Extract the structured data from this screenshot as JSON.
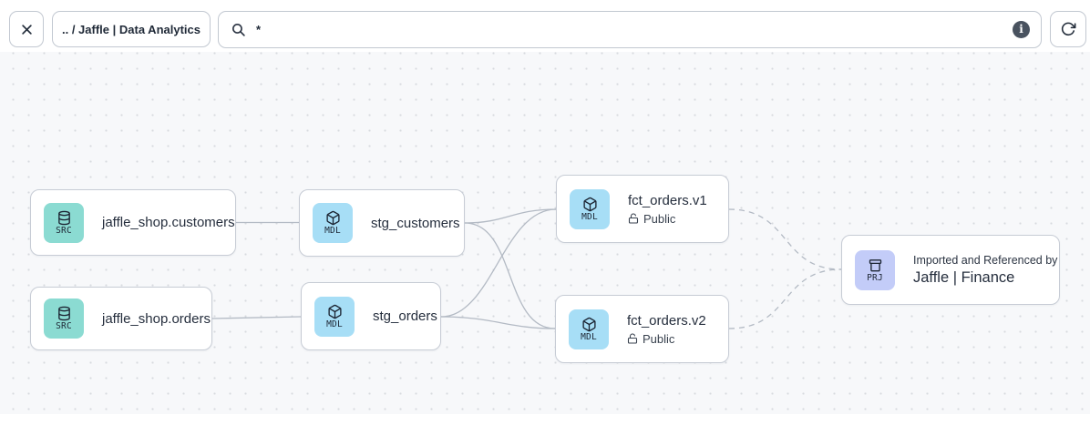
{
  "topbar": {
    "breadcrumb": ".. / Jaffle | Data Analytics",
    "search_value": "*",
    "info_label": "i"
  },
  "nodes": [
    {
      "id": "jaffle_shop.customers",
      "badge": "SRC",
      "icon": "database",
      "title": "jaffle_shop.customers"
    },
    {
      "id": "jaffle_shop.orders",
      "badge": "SRC",
      "icon": "database",
      "title": "jaffle_shop.orders"
    },
    {
      "id": "stg_customers",
      "badge": "MDL",
      "icon": "cube",
      "title": "stg_customers"
    },
    {
      "id": "stg_orders",
      "badge": "MDL",
      "icon": "cube",
      "title": "stg_orders"
    },
    {
      "id": "fct_orders.v1",
      "badge": "MDL",
      "icon": "cube",
      "title": "fct_orders.v1",
      "access": "Public"
    },
    {
      "id": "fct_orders.v2",
      "badge": "MDL",
      "icon": "cube",
      "title": "fct_orders.v2",
      "access": "Public"
    },
    {
      "id": "Jaffle | Finance",
      "badge": "PRJ",
      "icon": "archive",
      "subtitle": "Imported and Referenced by",
      "title": "Jaffle | Finance"
    }
  ],
  "edges": [
    {
      "from": "jaffle_shop.customers",
      "to": "stg_customers",
      "style": "solid"
    },
    {
      "from": "jaffle_shop.orders",
      "to": "stg_orders",
      "style": "solid"
    },
    {
      "from": "stg_customers",
      "to": "fct_orders.v1",
      "style": "solid"
    },
    {
      "from": "stg_customers",
      "to": "fct_orders.v2",
      "style": "solid"
    },
    {
      "from": "stg_orders",
      "to": "fct_orders.v1",
      "style": "solid"
    },
    {
      "from": "stg_orders",
      "to": "fct_orders.v2",
      "style": "solid"
    },
    {
      "from": "fct_orders.v1",
      "to": "Jaffle | Finance",
      "style": "dashed"
    },
    {
      "from": "fct_orders.v2",
      "to": "Jaffle | Finance",
      "style": "dashed"
    }
  ],
  "colors": {
    "src_badge": "#8BDBD2",
    "mdl_badge": "#A7DEF6",
    "prj_badge": "#C3CCF8",
    "edge": "#B3BAC4",
    "node_border": "#C7CCD5",
    "canvas_bg": "#F7F8FA",
    "text_primary": "#232D3B"
  }
}
